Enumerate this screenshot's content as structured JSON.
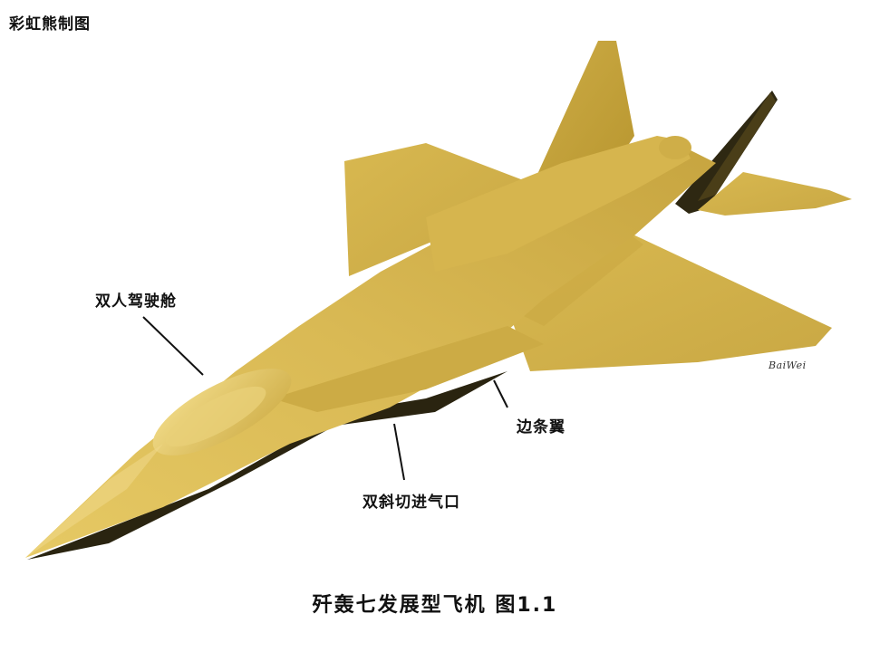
{
  "corner_title": "彩虹熊制图",
  "caption": "歼轰七发展型飞机  图1.1",
  "labels": {
    "cockpit": "双人驾驶舱",
    "lerx": "边条翼",
    "inlet": "双斜切进气口"
  },
  "signature": "BaiWei",
  "colors": {
    "body": "#D4B24C",
    "body_light": "#EBD27A",
    "body_dark": "#9C7F22",
    "shadow": "#2A2410"
  }
}
